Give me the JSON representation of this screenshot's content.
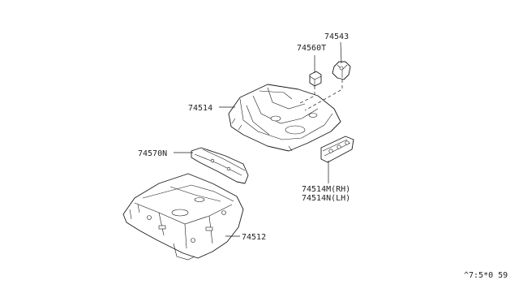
{
  "diagram": {
    "labels": {
      "p74543": "74543",
      "p74560T": "74560T",
      "p74514": "74514",
      "p74570N": "74570N",
      "p74514M": "74514M(RH)",
      "p74514N": "74514N(LH)",
      "p74512": "74512"
    },
    "footer_code": "^7:5*0 59"
  }
}
